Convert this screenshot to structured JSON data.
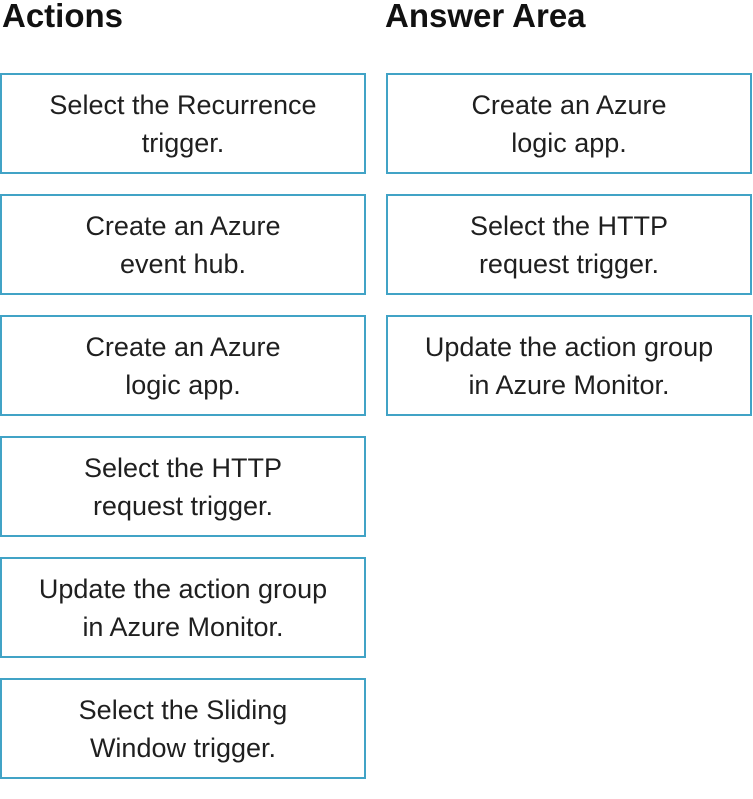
{
  "headings": {
    "actions": "Actions",
    "answer_area": "Answer Area"
  },
  "actions": [
    {
      "label": "Select the Recurrence\ntrigger."
    },
    {
      "label": "Create an Azure\nevent hub."
    },
    {
      "label": "Create an Azure\nlogic app."
    },
    {
      "label": "Select the HTTP\nrequest trigger."
    },
    {
      "label": "Update the action group\nin Azure Monitor."
    },
    {
      "label": "Select the Sliding\nWindow trigger."
    }
  ],
  "answer_area": [
    {
      "label": "Create an Azure\nlogic app."
    },
    {
      "label": "Select the HTTP\nrequest trigger."
    },
    {
      "label": "Update the action group\nin Azure Monitor."
    }
  ],
  "colors": {
    "card_border": "#41a3c6",
    "text": "#1f1f1f",
    "background": "#ffffff"
  }
}
